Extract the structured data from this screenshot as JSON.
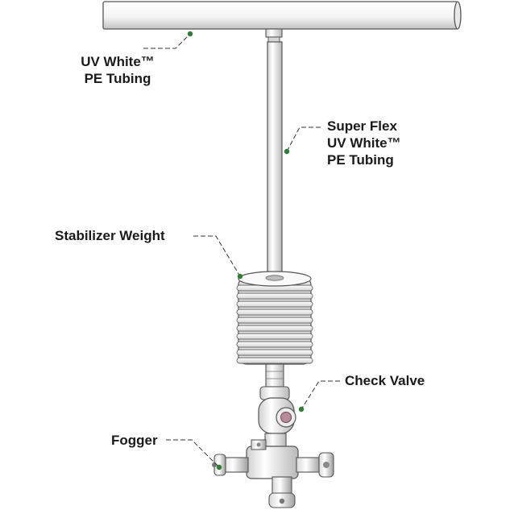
{
  "labels": {
    "pe_tubing": {
      "line1": "UV White™",
      "line2": "PE Tubing"
    },
    "super_flex": {
      "line1": "Super Flex",
      "line2": "UV White™",
      "line3": "PE Tubing"
    },
    "stabilizer_weight": "Stabilizer Weight",
    "check_valve": "Check Valve",
    "fogger": "Fogger"
  },
  "colors": {
    "leader_dot": "#2e7d32",
    "outline": "#555555",
    "shade": "#bdbdbd",
    "fill": "#ffffff",
    "leader_line": "#333333"
  }
}
